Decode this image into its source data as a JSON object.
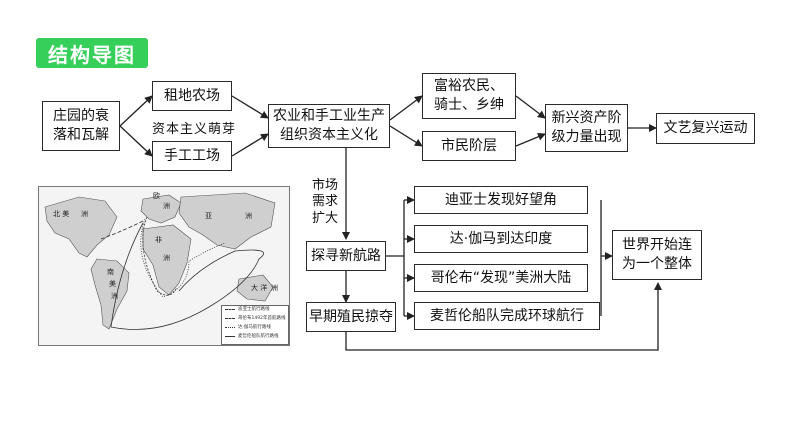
{
  "title": "结构导图",
  "nodes": {
    "manor": "庄园的衰\n落和瓦解",
    "rent_farm": "租地农场",
    "handicraft": "手工工场",
    "capitalism_bud_label": "资本主义萌芽",
    "agri_capitalism": "农业和手工业生产\n组织资本主义化",
    "rich_farmers": "富裕农民、\n骑士、乡绅",
    "citizens": "市民阶层",
    "new_bourgeois": "新兴资产阶\n级力量出现",
    "renaissance": "文艺复兴运动",
    "market_demand": "市场\n需求\n扩大",
    "explore_routes": "探寻新航路",
    "colonial_plunder": "早期殖民掠夺",
    "dias": "迪亚士发现好望角",
    "gama": "达·伽马到达印度",
    "columbus": "哥伦布“发现”美洲大陆",
    "magellan": "麦哲伦船队完成环球航行",
    "world_whole": "世界开始连\n为一个整体"
  },
  "map": {
    "labels": {
      "europe_a": "欧",
      "europe_b": "洲",
      "north_america_a": "北 美",
      "north_america_b": "洲",
      "africa_a": "非",
      "africa_b": "洲",
      "asia_a": "亚",
      "asia_b": "洲",
      "south_america_a": "南",
      "south_america_b": "美",
      "south_america_c": "洲",
      "oceania_a": "大 洋",
      "oceania_b": "洲"
    },
    "legend": [
      "迪亚士航行路线",
      "哥伦布1492年首航路线",
      "达·伽马航行路线",
      "麦哲伦船队航行路线"
    ]
  }
}
